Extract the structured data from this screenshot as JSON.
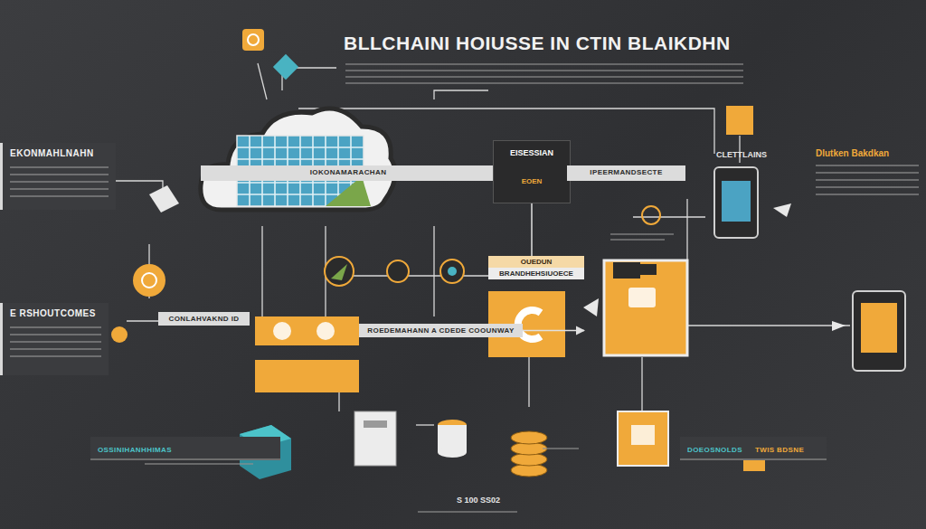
{
  "diagram": {
    "title": "BLLCHAINI HOIUSSE IN CTIN BLAIKDHN",
    "nodes": [
      {
        "text": [
          "EKONMAHLNAHN"
        ]
      },
      {
        "text": [
          "IOKONAMARACHAN"
        ]
      },
      {
        "text": [
          "EISESSIAN",
          "EOEN"
        ]
      },
      {
        "text": [
          "IPEERMANDSECTE"
        ]
      },
      {
        "text": [
          "Dlutken Bakdkan"
        ]
      },
      {
        "text": [
          "E RSHOUTCOMES"
        ]
      },
      {
        "text": [
          "CONLAHVAKND ID"
        ]
      },
      {
        "text": [
          "ROEDEMAHANN A CDEDE COOUNWAY"
        ]
      },
      {
        "text": [
          "OUEDUN",
          "BRANDHEHSIUOECE"
        ]
      },
      {
        "text": [
          "OSSINIHANHHIMAS"
        ]
      },
      {
        "text": [
          "DOEOSNOLDS",
          "TWIS BDSNE"
        ]
      }
    ],
    "edges": [
      {
        "from": 7,
        "to": 8,
        "arrow": "to"
      },
      {
        "from": 2,
        "to": 8,
        "arrow": "none"
      }
    ],
    "labels": [
      "CLETTLAINS",
      "S 100 SS02"
    ]
  }
}
